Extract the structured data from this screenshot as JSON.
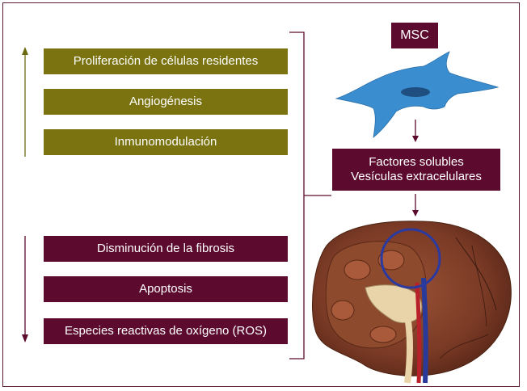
{
  "increase_items": [
    "Proliferación de células residentes",
    "Angiogénesis",
    "Inmunomodulación"
  ],
  "decrease_items": [
    "Disminución de la fibrosis",
    "Apoptosis",
    "Especies reactivas de oxígeno (ROS)"
  ],
  "msc_label": "MSC",
  "factors": {
    "line1": "Factores solubles",
    "line2": "Vesículas extracelulares"
  },
  "colors": {
    "increase_box": "#7a7310",
    "decrease_box": "#5c0b2e",
    "increase_arrow": "#6b6a10",
    "decrease_arrow": "#5c0b2e",
    "cell": "#3a8ed0",
    "kidney": "#7a3a25"
  },
  "icons": [
    "mesenchymal-stem-cell-icon",
    "kidney-illustration"
  ]
}
